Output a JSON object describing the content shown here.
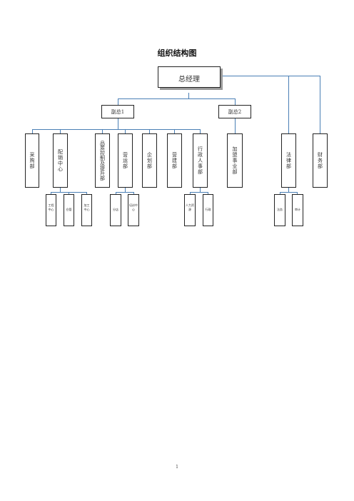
{
  "title": "组织结构图",
  "ceo": "总经理",
  "deputies": [
    "副总1",
    "副总2"
  ],
  "departments": [
    {
      "id": "d1",
      "label": "采购部"
    },
    {
      "id": "d2",
      "label": "配销中心"
    },
    {
      "id": "d3",
      "label": "品质控制及提升部"
    },
    {
      "id": "d4",
      "label": "营运部"
    },
    {
      "id": "d5",
      "label": "企划部"
    },
    {
      "id": "d6",
      "label": "营建部"
    },
    {
      "id": "d7",
      "label": "行政人事部"
    },
    {
      "id": "d8",
      "label": "加盟事业部"
    },
    {
      "id": "d9",
      "label": "法律部"
    },
    {
      "id": "d10",
      "label": "财务部"
    }
  ],
  "subunits": [
    {
      "parent": "d2",
      "label": "工程中心"
    },
    {
      "parent": "d2",
      "label": "仓管"
    },
    {
      "parent": "d2",
      "label": "加工中心"
    },
    {
      "parent": "d4",
      "label": "分店"
    },
    {
      "parent": "d4",
      "label": "培训中心"
    },
    {
      "parent": "d7",
      "label": "人力资源"
    },
    {
      "parent": "d7",
      "label": "行政"
    },
    {
      "parent": "d9",
      "label": "法务"
    },
    {
      "parent": "d9",
      "label": "审计"
    }
  ],
  "page_number": "1"
}
